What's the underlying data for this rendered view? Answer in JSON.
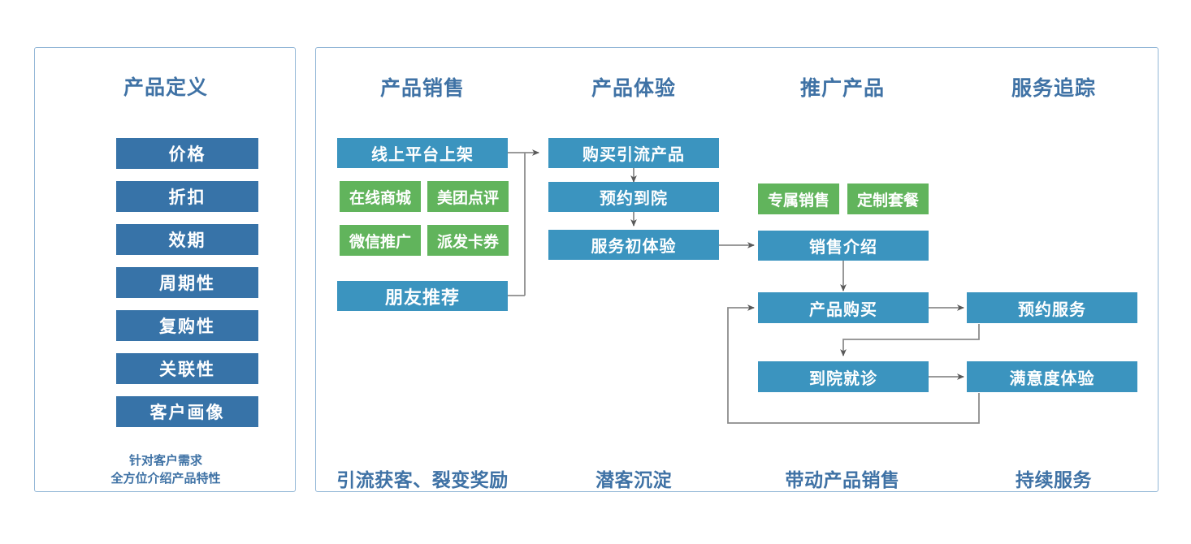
{
  "left_panel": {
    "title": "产品定义",
    "attributes": [
      {
        "label": "价格"
      },
      {
        "label": "折扣"
      },
      {
        "label": "效期"
      },
      {
        "label": "周期性"
      },
      {
        "label": "复购性"
      },
      {
        "label": "关联性"
      },
      {
        "label": "客户画像"
      }
    ],
    "caption_line1": "针对客户需求",
    "caption_line2": "全方位介绍产品特性"
  },
  "right_panel": {
    "column_titles": [
      {
        "label": "产品销售"
      },
      {
        "label": "产品体验"
      },
      {
        "label": "推广产品"
      },
      {
        "label": "服务追踪"
      }
    ],
    "footer_titles": [
      {
        "label": "引流获客、裂变奖励"
      },
      {
        "label": "潜客沉淀"
      },
      {
        "label": "带动产品销售"
      },
      {
        "label": "持续服务"
      }
    ],
    "nodes": {
      "online_listing": "线上平台上架",
      "online_mall": "在线商城",
      "meituan_dianping": "美团点评",
      "wechat_promo": "微信推广",
      "card_coupon": "派发卡券",
      "friend_referral": "朋友推荐",
      "buy_traffic_product": "购买引流产品",
      "book_visit": "预约到院",
      "first_service": "服务初体验",
      "exclusive_sales": "专属销售",
      "custom_package": "定制套餐",
      "sales_intro": "销售介绍",
      "product_purchase": "产品购买",
      "book_service": "预约服务",
      "hospital_visit": "到院就诊",
      "satisfaction": "满意度体验"
    }
  },
  "colors": {
    "dark_blue": "#3773a8",
    "blue": "#3b94bf",
    "green": "#61b45c",
    "title_blue": "#3f72a5",
    "panel_border": "#93b7d7",
    "wire": "#8c8c8c",
    "arrow_head": "#595959"
  }
}
